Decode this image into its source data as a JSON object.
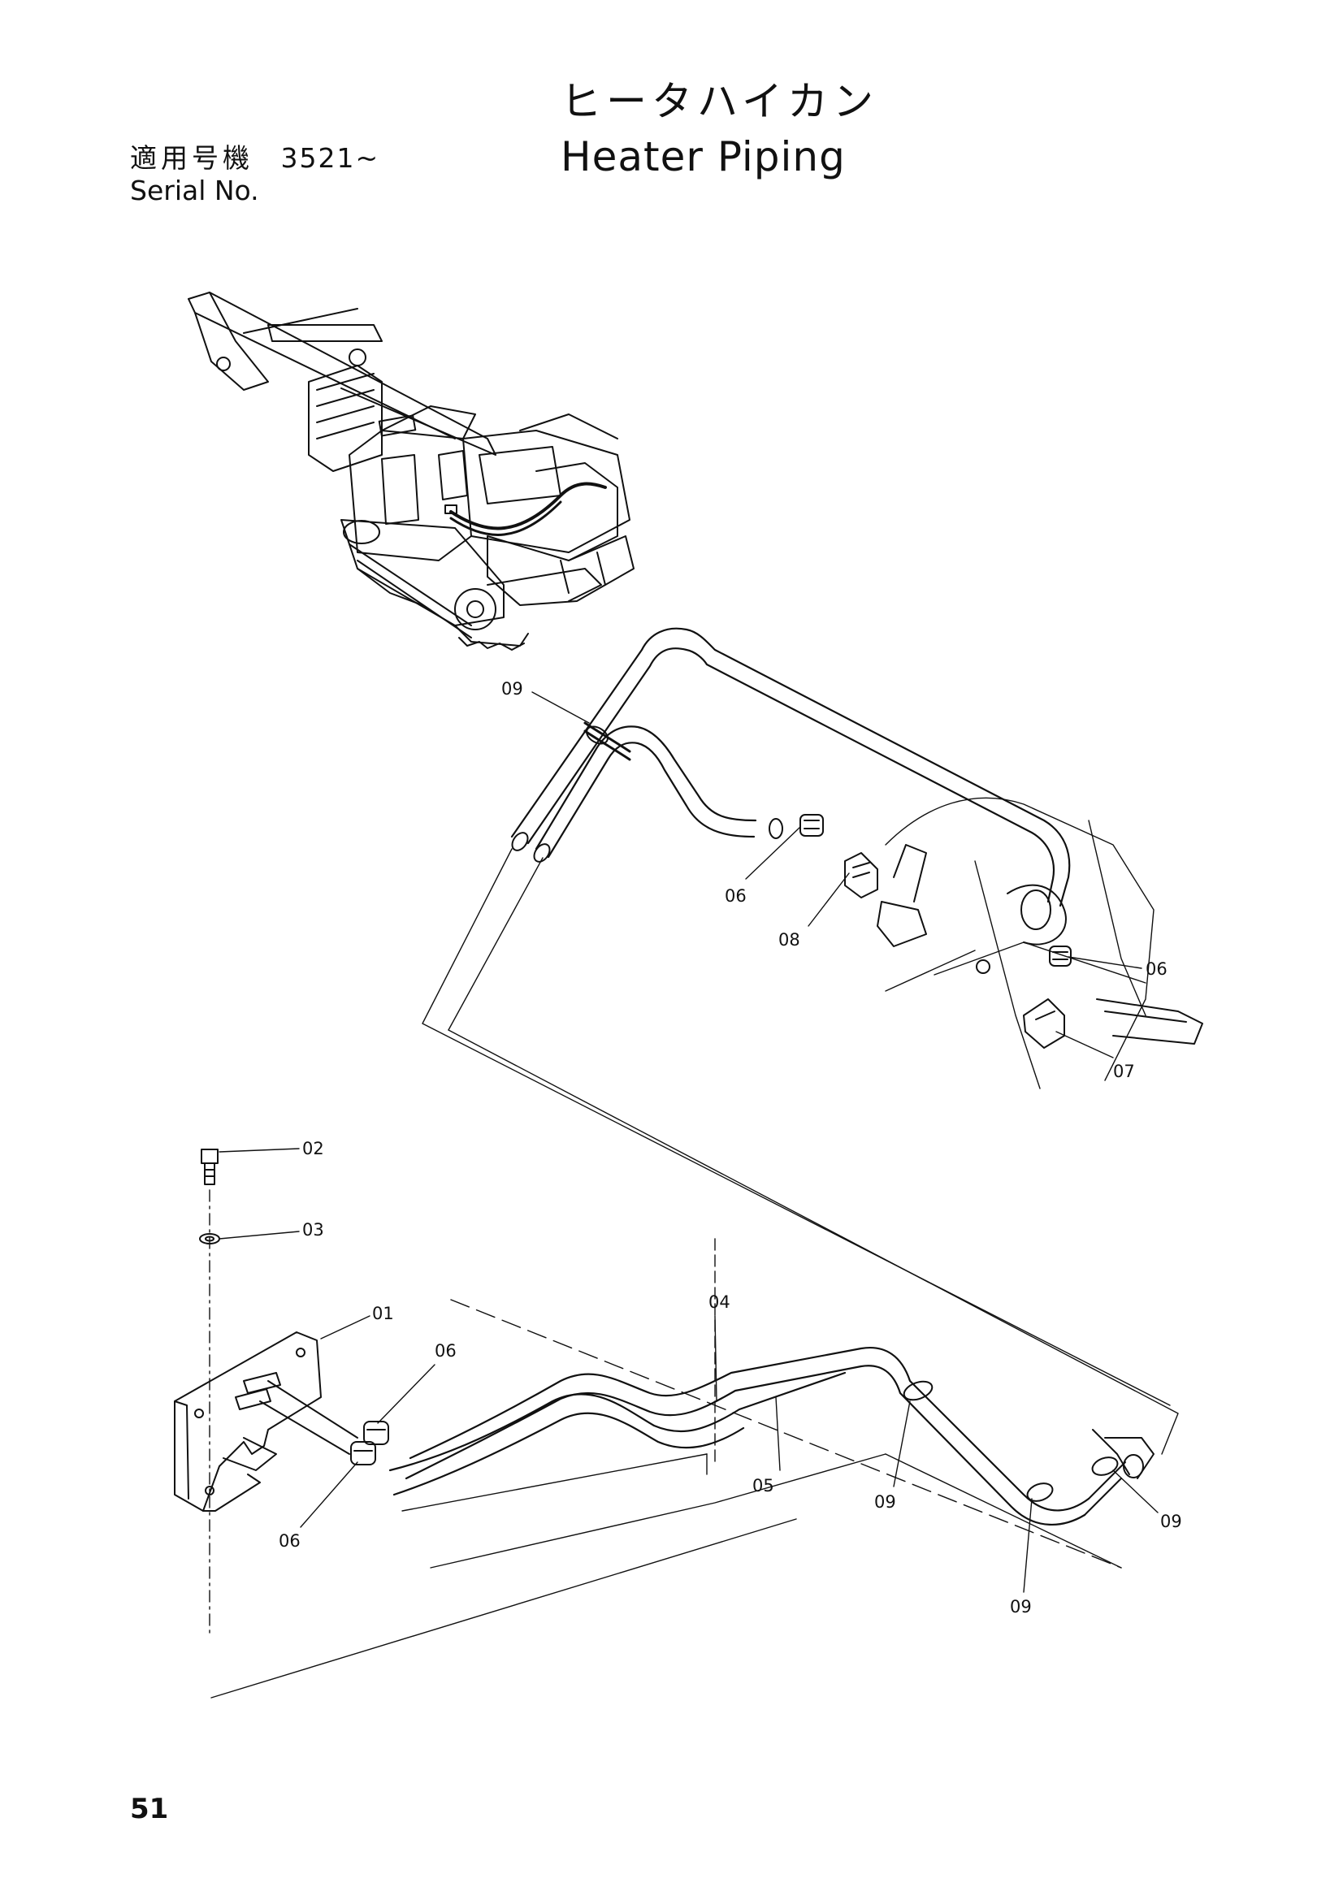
{
  "header": {
    "title_jp": "ヒータハイカン",
    "title_en": "Heater Piping",
    "serial_label_jp": "適用号機",
    "serial_value": "3521~",
    "serial_label_en": "Serial No."
  },
  "footer": {
    "page_number": "51"
  },
  "callouts": [
    {
      "id": "c01",
      "text": "01"
    },
    {
      "id": "c02",
      "text": "02"
    },
    {
      "id": "c03",
      "text": "03"
    },
    {
      "id": "c04",
      "text": "04"
    },
    {
      "id": "c05",
      "text": "05"
    },
    {
      "id": "c06a",
      "text": "06"
    },
    {
      "id": "c06b",
      "text": "06"
    },
    {
      "id": "c06c",
      "text": "06"
    },
    {
      "id": "c06d",
      "text": "06"
    },
    {
      "id": "c07",
      "text": "07"
    },
    {
      "id": "c08",
      "text": "08"
    },
    {
      "id": "c09a",
      "text": "09"
    },
    {
      "id": "c09b",
      "text": "09"
    },
    {
      "id": "c09c",
      "text": "09"
    },
    {
      "id": "c09d",
      "text": "09"
    }
  ]
}
